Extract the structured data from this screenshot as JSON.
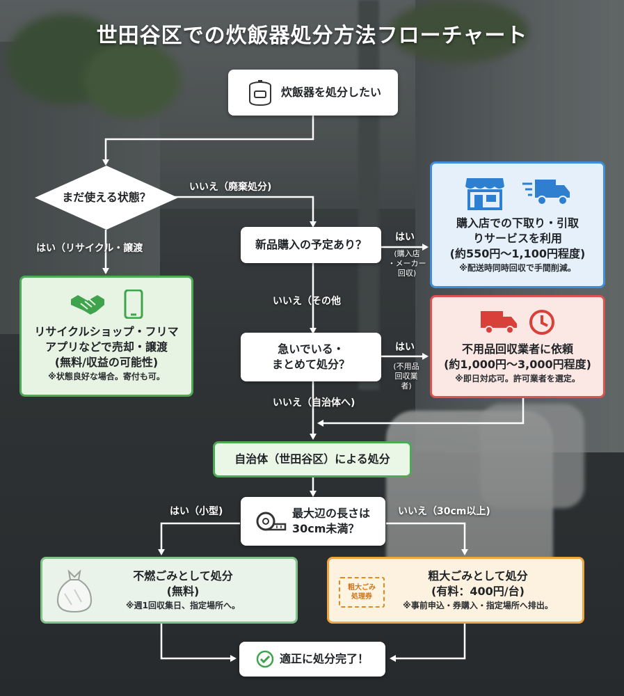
{
  "title": "世田谷区での炊飯器処分方法フローチャート",
  "start": {
    "text": "炊飯器を処分したい",
    "icon": "rice-cooker-icon"
  },
  "q1": {
    "text": "まだ使える状態？",
    "yes": "はい（リサイクル・譲渡",
    "no": "いいえ（廃棄処分)"
  },
  "resale": {
    "title_line1": "リサイクルショップ・フリマ",
    "title_line2": "アプリなどで売却・譲渡",
    "title_line3": "(無料/収益の可能性)",
    "note": "※状態良好な場合。寄付も可。",
    "icons": [
      "handshake-icon",
      "smartphone-icon"
    ]
  },
  "q2": {
    "text": "新品購入の予定あり？",
    "yes": "はい",
    "yes_sub": [
      "(購入店",
      "・メーカー",
      "回収)"
    ],
    "no": "いいえ（その他"
  },
  "tradein": {
    "title_line1": "購入店での下取り・引取",
    "title_line2": "りサービスを利用",
    "title_line3": "(約550円～1,100円程度)",
    "note": "※配送時同時回収で手間削減。",
    "icons": [
      "store-icon",
      "delivery-truck-icon"
    ]
  },
  "q3": {
    "line1": "急いでいる・",
    "line2": "まとめて処分？",
    "yes": "はい",
    "yes_sub": [
      "(不用品",
      "回収業",
      "者)"
    ],
    "no": "いいえ（自治体へ)"
  },
  "collector": {
    "title_line1": "不用品回収業者に依頼",
    "title_line2": "(約1,000円～3,000円程度)",
    "note": "※即日対応可。許可業者を選定。",
    "icons": [
      "truck-icon",
      "clock-icon"
    ]
  },
  "municipal": {
    "text": "自治体（世田谷区）による処分"
  },
  "q4": {
    "line1": "最大辺の長さは",
    "line2": "30cm未満？",
    "yes": "はい（小型)",
    "no": "いいえ（30cm以上)",
    "icon": "tape-measure-icon"
  },
  "nonburnable": {
    "title_line1": "不燃ごみとして処分",
    "title_line2": "(無料)",
    "note": "※週1回収集日、指定場所へ。",
    "icon": "garbage-bag-icon"
  },
  "oversized": {
    "title_line1": "粗大ごみとして処分",
    "title_line2": "(有料：400円/台)",
    "note": "※事前申込・券購入・指定場所へ排出。",
    "ticket_line1": "粗大ごみ",
    "ticket_line2": "処理券",
    "icon": "ticket-icon"
  },
  "end": {
    "text": "適正に処分完了！",
    "icon": "check-circle-icon"
  },
  "colors": {
    "green": "#4caa55",
    "blue": "#3f8ed8",
    "red": "#d9534f",
    "orange": "#f0a640",
    "mint": "#7fc28a"
  }
}
